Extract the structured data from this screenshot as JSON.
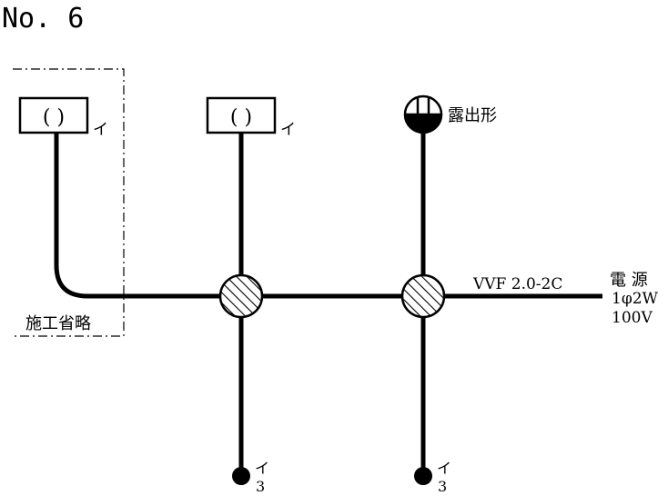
{
  "problem_number": "No. 6",
  "fixtures": {
    "light_left_symbol": "( )",
    "light_left_switch_label": "イ",
    "light_center_symbol": "( )",
    "light_center_switch_label": "イ",
    "pendant_outlet_label": "露出形"
  },
  "omitted_area_label": "施工省略",
  "cable_label": "VVF 2.0-2C",
  "power_source": {
    "title": "電 源",
    "phase": "1φ2W",
    "voltage": "100V"
  },
  "switches": [
    {
      "label": "イ",
      "type": "3"
    },
    {
      "label": "イ",
      "type": "3"
    }
  ]
}
